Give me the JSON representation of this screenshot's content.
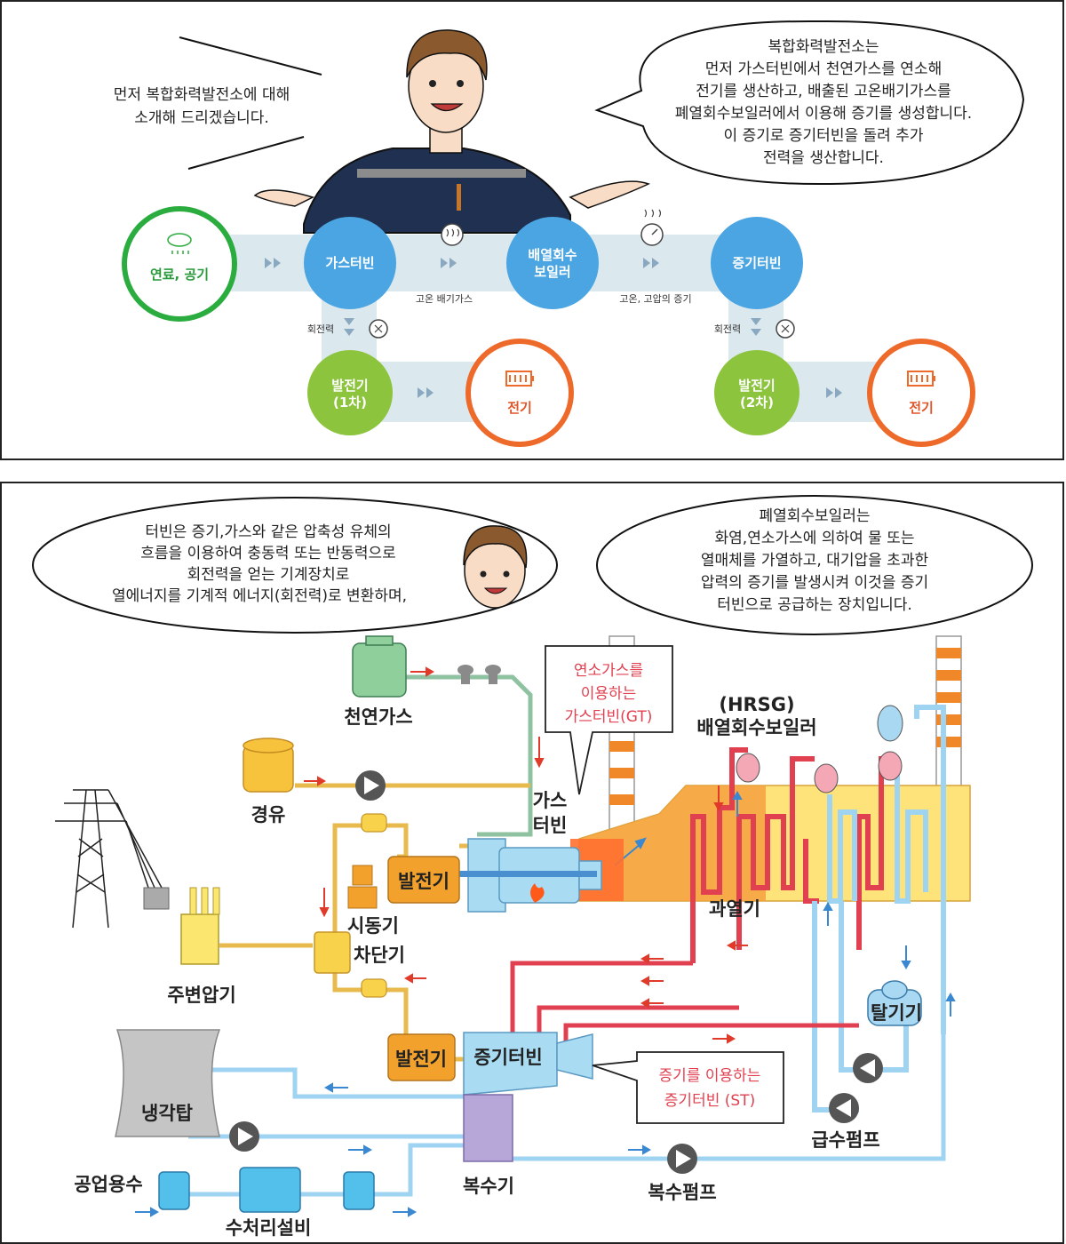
{
  "top": {
    "intro_lines": [
      "먼저 복합화력발전소에 대해",
      "소개해 드리겠습니다."
    ],
    "bubble_lines": [
      "복합화력발전소는",
      "먼저 가스터빈에서 천연가스를 연소해",
      "전기를 생산하고, 배출된 고온배기가스를",
      "폐열회수보일러에서 이용해 증기를 생성합니다.",
      "이 증기로 증기터빈을 돌려 추가",
      "전력을 생산합니다."
    ],
    "flow": {
      "fuel": "연료, 공기",
      "gas_turbine": "가스터빈",
      "hrsg": [
        "배열회수",
        "보일러"
      ],
      "steam_turbine": "증기터빈",
      "gen1": [
        "발전기",
        "(1차)"
      ],
      "gen2": [
        "발전기",
        "(2차)"
      ],
      "elec1": "전기",
      "elec2": "전기",
      "exhaust": "고온 배기가스",
      "steam": "고온, 고압의 증기",
      "rot1": "회전력",
      "rot2": "회전력"
    },
    "colors": {
      "green": "#2bac3f",
      "blue": "#4aa5e2",
      "lime": "#8cc43e",
      "orange": "#ee6a2b",
      "band": "#dbe9ef"
    }
  },
  "bottom": {
    "turbine_bubble": [
      "터빈은 증기,가스와 같은 압축성 유체의",
      "흐름을 이용하여 충동력 또는 반동력으로",
      "회전력을 얻는 기계장치로",
      "열에너지를 기계적 에너지(회전력)로 변환하며,"
    ],
    "hrsg_bubble": [
      "폐열회수보일러는",
      "화염,연소가스에 의하여 물 또는",
      "열매체를 가열하고, 대기압을 초과한",
      "압력의 증기를 발생시켜 이것을 증기",
      "터빈으로 공급하는 장치입니다."
    ],
    "gt_callout": [
      "연소가스를",
      "이용하는",
      "가스터빈(GT)"
    ],
    "st_callout": [
      "증기를 이용하는",
      "증기터빈 (ST)"
    ],
    "labels": {
      "natural_gas": "천연가스",
      "diesel": "경유",
      "gas_turbine": [
        "가스",
        "터빈"
      ],
      "hrsg_abbr": "(HRSG)",
      "hrsg": "배열회수보일러",
      "superheater": "과열기",
      "generator1": "발전기",
      "starter": "시동기",
      "breaker": "차단기",
      "transformer": "주변압기",
      "generator2": "발전기",
      "steam_turbine": "증기터빈",
      "deaerator": "탈기기",
      "feed_pump": "급수펌프",
      "cooling_tower": "냉각탑",
      "condenser": "복수기",
      "condensate_pump": "복수펌프",
      "industrial_water": "공업용수",
      "water_treatment": "수처리설비"
    }
  }
}
